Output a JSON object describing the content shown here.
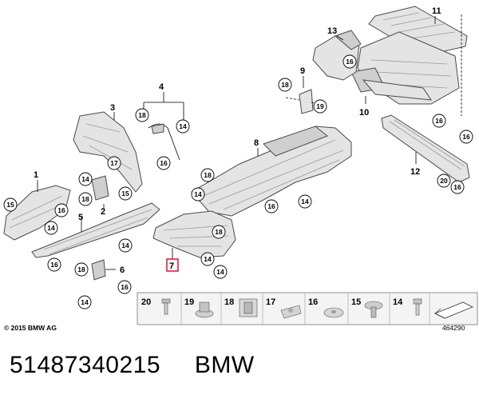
{
  "parts": {
    "p1": "1",
    "p2": "2",
    "p3": "3",
    "p4": "4",
    "p5": "5",
    "p6": "6",
    "p7": "7",
    "p8": "8",
    "p9": "9",
    "p10": "10",
    "p11": "11",
    "p12": "12",
    "p13": "13"
  },
  "callouts": {
    "c14": "14",
    "c15": "15",
    "c16": "16",
    "c17": "17",
    "c18": "18",
    "c19": "19",
    "c20": "20"
  },
  "legend": [
    "20",
    "19",
    "18",
    "17",
    "16",
    "15",
    "14"
  ],
  "footer": {
    "copyright": "© 2015 BMW AG",
    "drawing_number": "464290"
  },
  "part_number": "51487340215",
  "brand": "BMW",
  "colors": {
    "highlight": "#e0001b",
    "part_fill": "#e4e4e4"
  }
}
